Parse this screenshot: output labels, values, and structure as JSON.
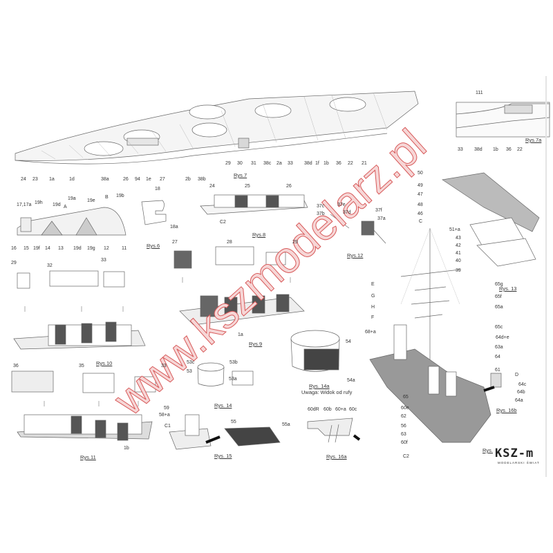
{
  "watermark": "www.kszmodelarz.pl",
  "logo": {
    "name": "KSZ-m",
    "subtitle": "MODELARSKI ŚWIAT"
  },
  "figures": {
    "rys7": {
      "caption": "Rys.7",
      "labels": [
        "24",
        "23",
        "1a",
        "1d",
        "38a",
        "26",
        "94",
        "1e",
        "27",
        "2b",
        "38b",
        "29",
        "30",
        "31",
        "38c",
        "2a",
        "33",
        "38d",
        "1f",
        "1b",
        "36",
        "22",
        "21"
      ]
    },
    "rys7a": {
      "caption": "Rys.7a",
      "labels": [
        "111",
        "33",
        "38d",
        "1b",
        "36",
        "22"
      ]
    },
    "rys5": {
      "labels": [
        "17,17a",
        "19h",
        "19d",
        "19a",
        "A",
        "19e",
        "B",
        "19b",
        "16",
        "15",
        "19f",
        "14",
        "13",
        "19d",
        "19g",
        "12",
        "11"
      ]
    },
    "rys6": {
      "caption": "Rys.6",
      "labels": [
        "18",
        "18a"
      ]
    },
    "rys8": {
      "caption": "Rys.8",
      "labels": [
        "24",
        "25",
        "26",
        "C2"
      ]
    },
    "rys9": {
      "caption": "Rys.9",
      "labels": [
        "27",
        "28",
        "29",
        "1a"
      ]
    },
    "rys10": {
      "caption": "Rys.10",
      "labels": [
        "29",
        "32",
        "33"
      ]
    },
    "rys11": {
      "caption": "Rys.11",
      "labels": [
        "36",
        "35",
        "33",
        "1b"
      ]
    },
    "rys12": {
      "caption": "Rys.12",
      "labels": [
        "37c",
        "37e",
        "37b",
        "37d",
        "37f",
        "37a"
      ]
    },
    "rys14": {
      "caption": "Rys. 14",
      "labels": [
        "53c",
        "53",
        "53b",
        "53a"
      ]
    },
    "rys14a": {
      "caption": "Rys. 14a",
      "note": "Uwaga: Widok od rufy",
      "labels": [
        "54",
        "54a"
      ]
    },
    "rys15": {
      "caption": "Rys. 15",
      "labels": [
        "59",
        "58+a",
        "C1",
        "55",
        "55a"
      ]
    },
    "rys16a": {
      "caption": "Rys. 16a",
      "labels": [
        "60dR",
        "60b",
        "60+a",
        "60c"
      ]
    },
    "rys13": {
      "caption": "Rys. 13",
      "labels": [
        "50",
        "49",
        "47",
        "48",
        "46",
        "C",
        "51+a",
        "43",
        "42",
        "41",
        "40",
        "39",
        "E",
        "G",
        "H",
        "F",
        "65g",
        "65f",
        "65a",
        "65c",
        "64d+e",
        "63a",
        "64",
        "61",
        "68+a",
        "65",
        "60e",
        "62",
        "56",
        "63",
        "60f",
        "C2"
      ]
    },
    "rys16b": {
      "caption": "Rys. 16b",
      "labels": [
        "D",
        "64c",
        "64b",
        "64a"
      ]
    },
    "rys_end": {
      "caption": "Rys."
    }
  }
}
